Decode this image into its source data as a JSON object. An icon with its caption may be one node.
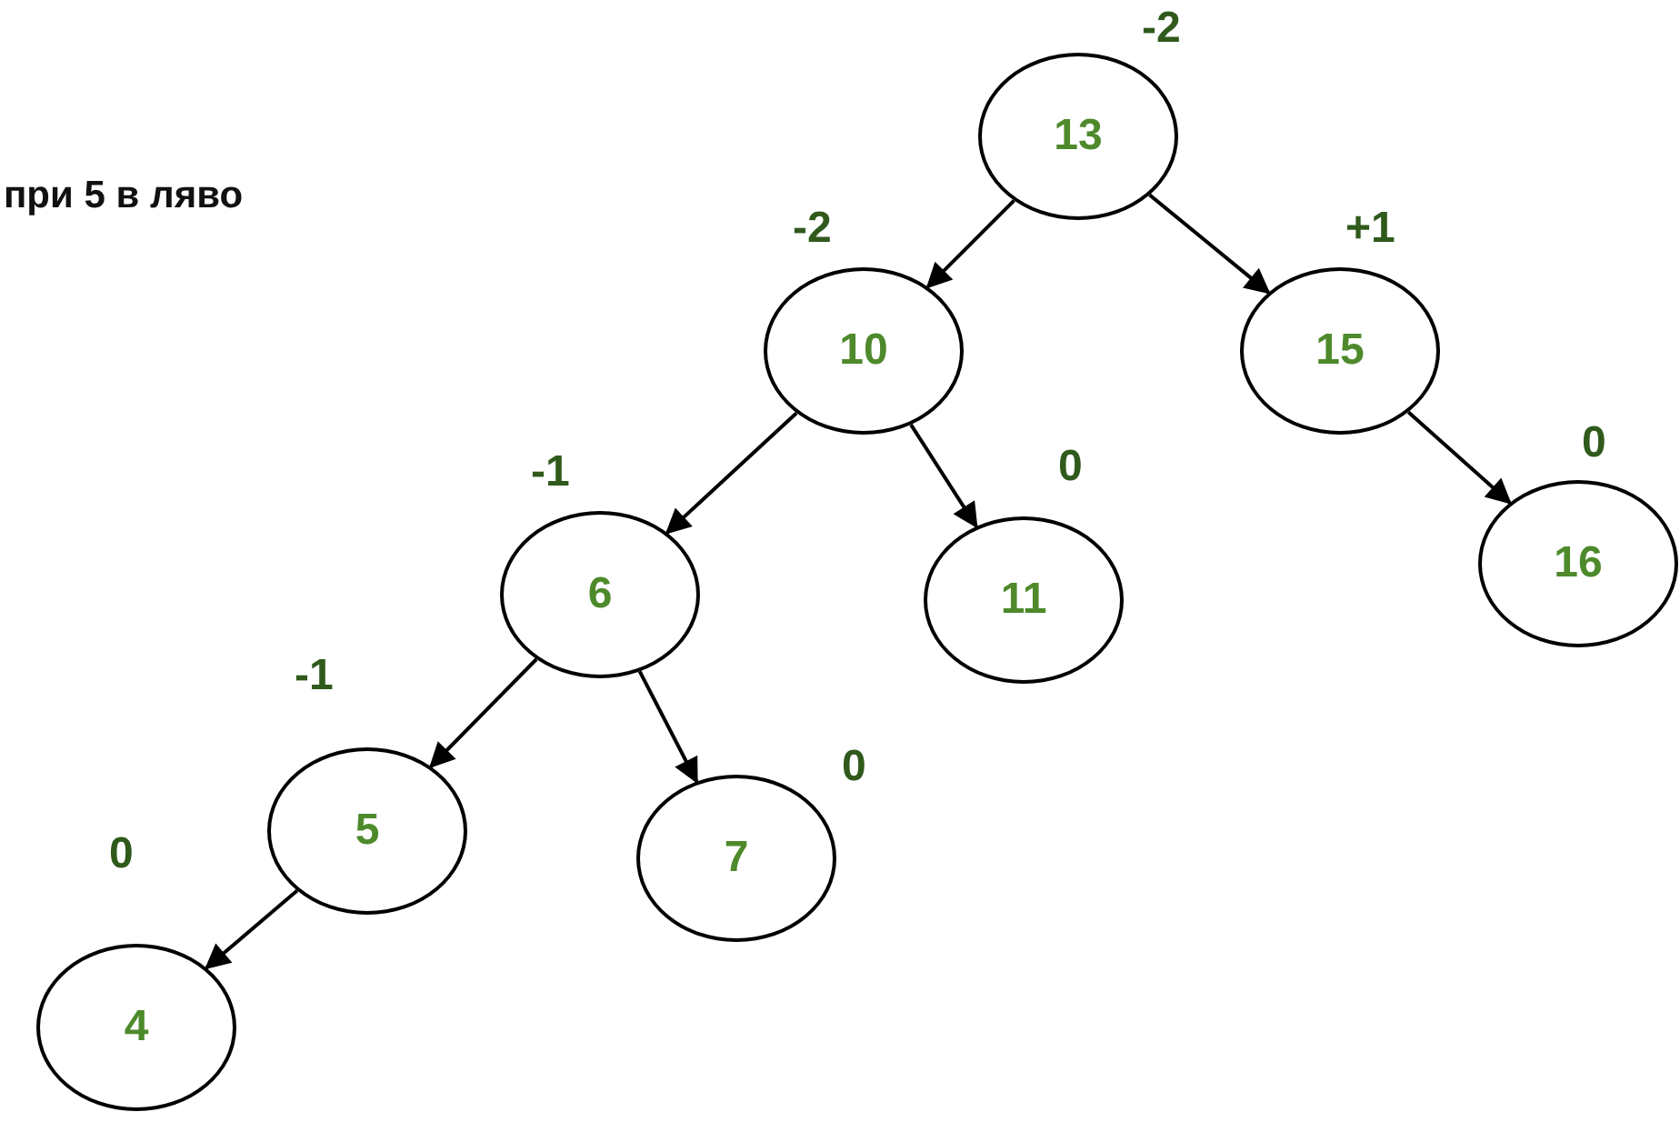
{
  "diagram": {
    "nodes": [
      {
        "text": [
          "13"
        ],
        "beside": [
          "-2"
        ]
      },
      {
        "text": [
          "10"
        ],
        "beside": [
          "-2"
        ]
      },
      {
        "text": [
          "15"
        ],
        "beside": [
          "+1"
        ]
      },
      {
        "text": [
          "6"
        ],
        "beside": [
          "-1"
        ]
      },
      {
        "text": [
          "11"
        ],
        "beside": [
          "0"
        ]
      },
      {
        "text": [
          "16"
        ],
        "beside": [
          "0"
        ]
      },
      {
        "text": [
          "5"
        ],
        "beside": [
          "-1"
        ]
      },
      {
        "text": [
          "7"
        ],
        "beside": [
          "0"
        ]
      },
      {
        "text": [
          "4"
        ],
        "beside": [
          "0"
        ]
      }
    ],
    "edges": [
      {
        "from": 0,
        "to": 1,
        "arrow": "to"
      },
      {
        "from": 0,
        "to": 2,
        "arrow": "to"
      },
      {
        "from": 1,
        "to": 3,
        "arrow": "to"
      },
      {
        "from": 1,
        "to": 4,
        "arrow": "to"
      },
      {
        "from": 2,
        "to": 5,
        "arrow": "to"
      },
      {
        "from": 3,
        "to": 6,
        "arrow": "to"
      },
      {
        "from": 3,
        "to": 7,
        "arrow": "to"
      },
      {
        "from": 6,
        "to": 8,
        "arrow": "to"
      }
    ],
    "labels": [
      "при 5 в ляво"
    ]
  }
}
